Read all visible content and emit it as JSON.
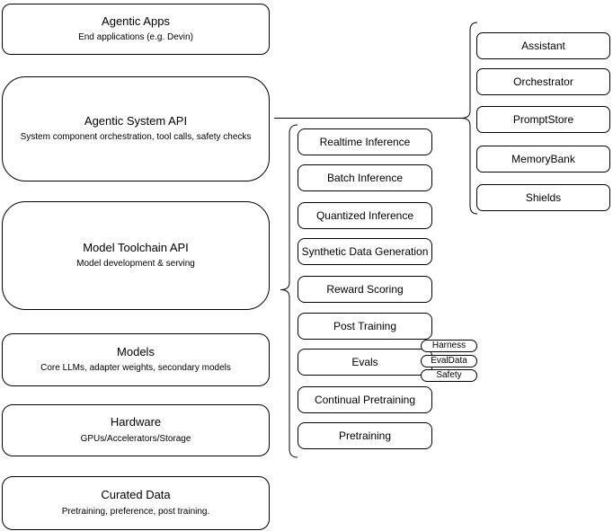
{
  "stack_boxes": [
    {
      "title": "Agentic Apps",
      "subtitle": "End applications (e.g. Devin)"
    },
    {
      "title": "Agentic System API",
      "subtitle": "System component orchestration, tool calls, safety checks"
    },
    {
      "title": "Model Toolchain API",
      "subtitle": "Model development & serving"
    },
    {
      "title": "Models",
      "subtitle": "Core LLMs, adapter weights, secondary models"
    },
    {
      "title": "Hardware",
      "subtitle": "GPUs/Accelerators/Storage"
    },
    {
      "title": "Curated Data",
      "subtitle": "Pretraining, preference, post training."
    }
  ],
  "toolchain_components": [
    "Realtime Inference",
    "Batch Inference",
    "Quantized Inference",
    "Synthetic Data Generation",
    "Reward Scoring",
    "Post Training",
    "Evals",
    "Continual Pretraining",
    "Pretraining"
  ],
  "eval_tags": [
    "Harness",
    "EvalData",
    "Safety"
  ],
  "system_components": [
    "Assistant",
    "Orchestrator",
    "PromptStore",
    "MemoryBank",
    "Shields"
  ],
  "colors": {
    "stroke": "#000000",
    "fill": "#ffffff",
    "text": "#000000"
  }
}
